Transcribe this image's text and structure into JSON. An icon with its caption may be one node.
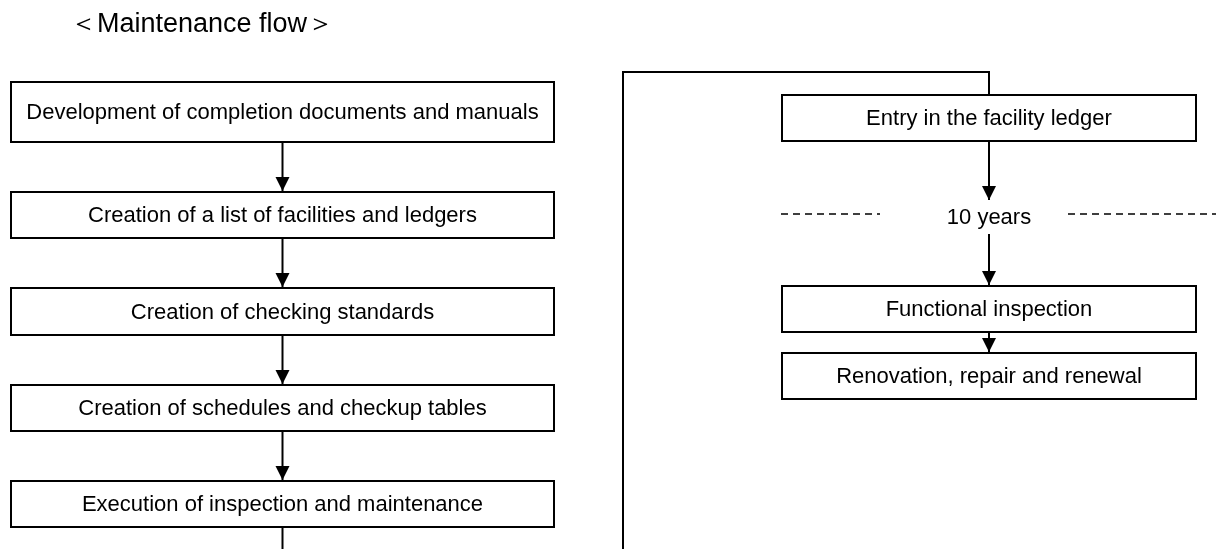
{
  "diagram": {
    "title": "＜Maintenance flow＞",
    "nodes": [
      {
        "text": [
          "Development of completion documents  and manuals"
        ]
      },
      {
        "text": [
          "Creation of a list of facilities and ledgers"
        ]
      },
      {
        "text": [
          "Creation of checking standards"
        ]
      },
      {
        "text": [
          "Creation of schedules and checkup tables"
        ]
      },
      {
        "text": [
          "Execution of inspection and maintenance"
        ]
      },
      {
        "text": [
          "Entry in the facility ledger"
        ]
      },
      {
        "text": [
          "10 years"
        ]
      },
      {
        "text": [
          "Functional inspection"
        ]
      },
      {
        "text": [
          "Renovation, repair and renewal"
        ]
      }
    ],
    "edges": [
      {
        "from": 0,
        "to": 1,
        "arrow": "to"
      },
      {
        "from": 1,
        "to": 2,
        "arrow": "to"
      },
      {
        "from": 2,
        "to": 3,
        "arrow": "to"
      },
      {
        "from": 3,
        "to": 4,
        "arrow": "to"
      },
      {
        "from": 4,
        "to": null,
        "arrow": "none"
      },
      {
        "from": null,
        "to": 5,
        "arrow": "none"
      },
      {
        "from": 5,
        "to": 6,
        "arrow": "to"
      },
      {
        "from": 6,
        "to": 7,
        "arrow": "to"
      },
      {
        "from": 7,
        "to": 8,
        "arrow": "to"
      }
    ]
  }
}
